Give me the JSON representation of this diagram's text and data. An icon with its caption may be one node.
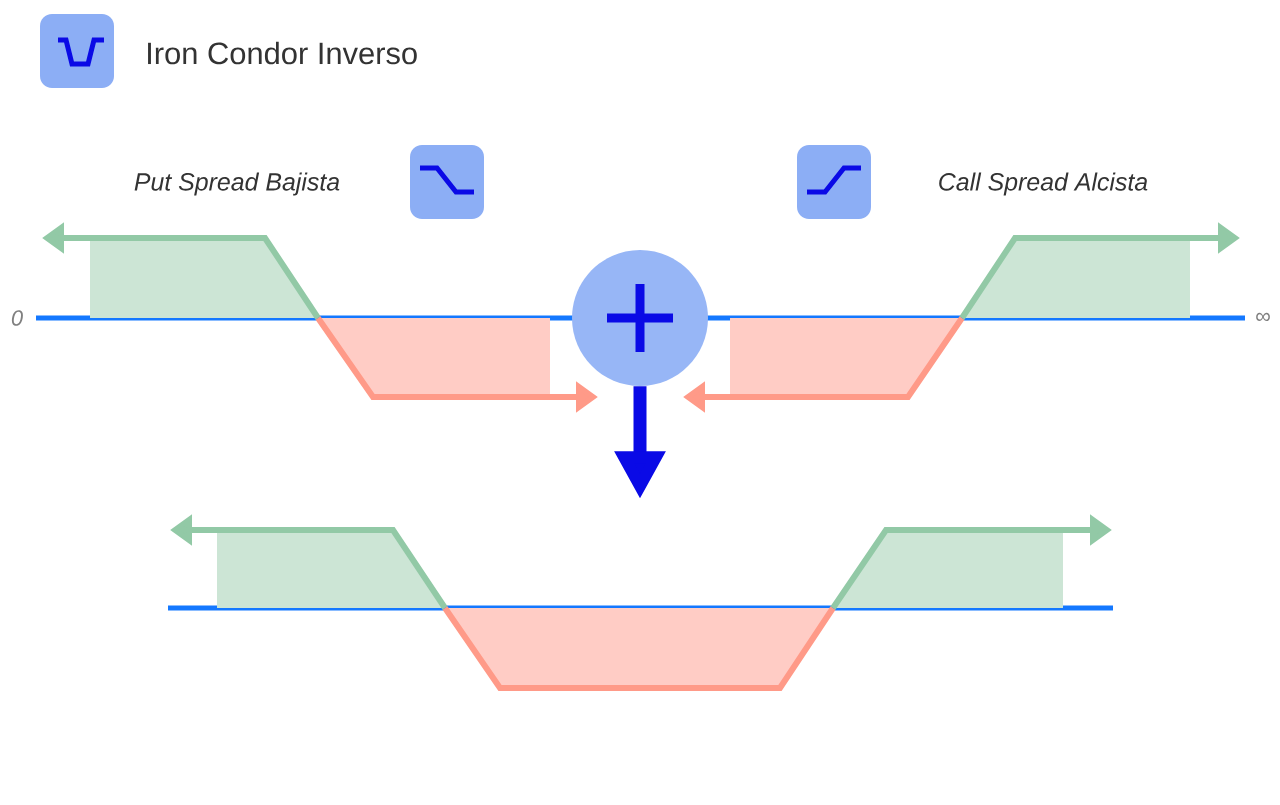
{
  "diagram": {
    "title": "Iron Condor Inverso",
    "nodes": [
      {
        "text": [],
        "shape": "circle"
      },
      {
        "text": [],
        "shape": "picture"
      }
    ],
    "edges": [
      {
        "from": 0,
        "to": 1,
        "arrow": "to",
        "color": "#0a0ae6"
      }
    ],
    "labels": [
      "Put Spread Bajista",
      "Call Spread Alcista",
      "0",
      "∞"
    ]
  }
}
